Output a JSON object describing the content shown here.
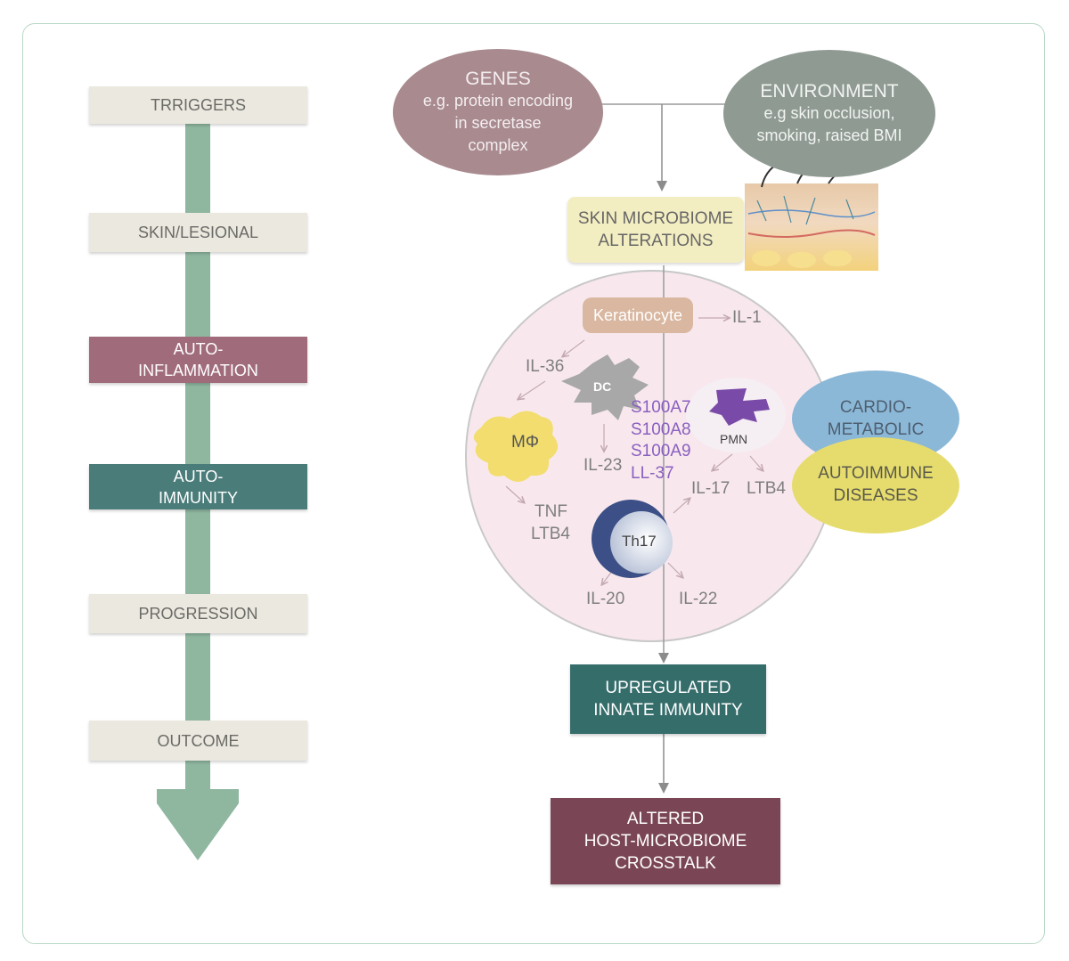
{
  "stages": [
    "TRRIGGERS",
    "SKIN/LESIONAL",
    "AUTO-\nINFLAMMATION",
    "AUTO-\nIMMUNITY",
    "PROGRESSION",
    "OUTCOME"
  ],
  "genes": {
    "title": "GENES",
    "text": "e.g. protein encoding\nin secretase\ncomplex"
  },
  "environment": {
    "title": "ENVIRONMENT",
    "text": "e.g skin occlusion,\nsmoking, raised BMI"
  },
  "microbiome": "SKIN MICROBIOME\nALTERATIONS",
  "cells": {
    "keratinocyte": "Keratinocyte",
    "dc": "DC",
    "macrophage": "MΦ",
    "pmn": "PMN",
    "th17": "Th17"
  },
  "cytokines": {
    "il1": "IL-1",
    "il36": "IL-36",
    "il23": "IL-23",
    "tnf": "TNF",
    "ltb4_left": "LTB4",
    "il17": "IL-17",
    "ltb4_right": "LTB4",
    "il20": "IL-20",
    "il22": "IL-22"
  },
  "amps": [
    "S100A7",
    "S100A8",
    "S100A9",
    "LL-37"
  ],
  "comorbidities": {
    "cardio": "CARDIO-\nMETABOLIC",
    "autoimmune": "AUTOIMMUNE\nDISEASES"
  },
  "innate": "UPREGULATED\nINNATE IMMUNITY",
  "crosstalk": "ALTERED\nHOST-MICROBIOME\nCROSSTALK",
  "colors": {
    "arrow_green": "#8fb7a0",
    "stage_light": "#ebe8df",
    "stage_mauve": "#a06c7c",
    "stage_teal": "#4a7c7a",
    "genes": "#a88a8f",
    "environment": "#8e9a92",
    "microbiome": "#f3eec2",
    "circle": "#f8e8ee",
    "cardio": "#8cb8d8",
    "autoimmune": "#e6dc6e",
    "innate": "#356d6b",
    "crosstalk": "#7a4656",
    "amp_text": "#8a5fbf"
  }
}
